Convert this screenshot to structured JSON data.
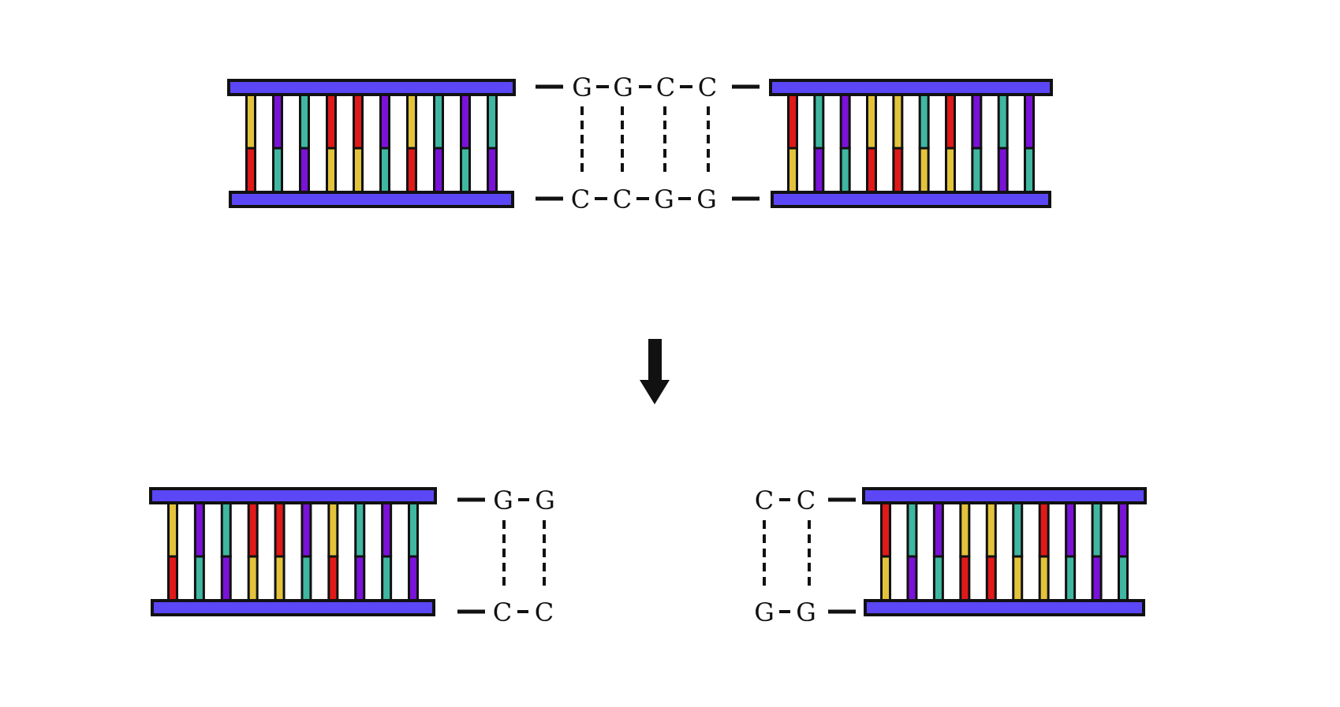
{
  "colors": {
    "backbone": "#5b47f5",
    "outline": "#111111",
    "yellow": "#e2c33b",
    "red": "#e01919",
    "purple": "#7a12d8",
    "teal": "#3fb7a1",
    "green": "#3dd6a3"
  },
  "icons": {
    "arrow": "down-arrow-icon"
  },
  "top": {
    "left_helix": {
      "top_colors": [
        "yellow",
        "purple",
        "teal",
        "red",
        "red",
        "purple",
        "yellow",
        "teal",
        "purple",
        "teal"
      ],
      "bottom_colors": [
        "red",
        "teal",
        "purple",
        "yellow",
        "yellow",
        "teal",
        "red",
        "purple",
        "teal",
        "purple"
      ]
    },
    "right_helix": {
      "top_colors": [
        "red",
        "teal",
        "purple",
        "yellow",
        "yellow",
        "teal",
        "red",
        "purple",
        "teal",
        "purple"
      ],
      "bottom_colors": [
        "yellow",
        "purple",
        "teal",
        "red",
        "red",
        "yellow",
        "yellow",
        "teal",
        "purple",
        "teal"
      ]
    },
    "top_strand": [
      "G",
      "G",
      "C",
      "C"
    ],
    "bottom_strand": [
      "C",
      "C",
      "G",
      "G"
    ]
  },
  "bottom_left": {
    "helix": {
      "top_colors": [
        "yellow",
        "purple",
        "teal",
        "red",
        "red",
        "purple",
        "yellow",
        "teal",
        "purple",
        "teal"
      ],
      "bottom_colors": [
        "red",
        "teal",
        "purple",
        "yellow",
        "yellow",
        "teal",
        "red",
        "purple",
        "teal",
        "purple"
      ]
    },
    "top_strand": [
      "G",
      "G"
    ],
    "bottom_strand": [
      "C",
      "C"
    ]
  },
  "bottom_right": {
    "helix": {
      "top_colors": [
        "red",
        "teal",
        "purple",
        "yellow",
        "yellow",
        "teal",
        "red",
        "purple",
        "teal",
        "purple"
      ],
      "bottom_colors": [
        "yellow",
        "purple",
        "teal",
        "red",
        "red",
        "yellow",
        "yellow",
        "teal",
        "purple",
        "teal"
      ]
    },
    "top_strand": [
      "C",
      "C"
    ],
    "bottom_strand": [
      "G",
      "G"
    ]
  }
}
